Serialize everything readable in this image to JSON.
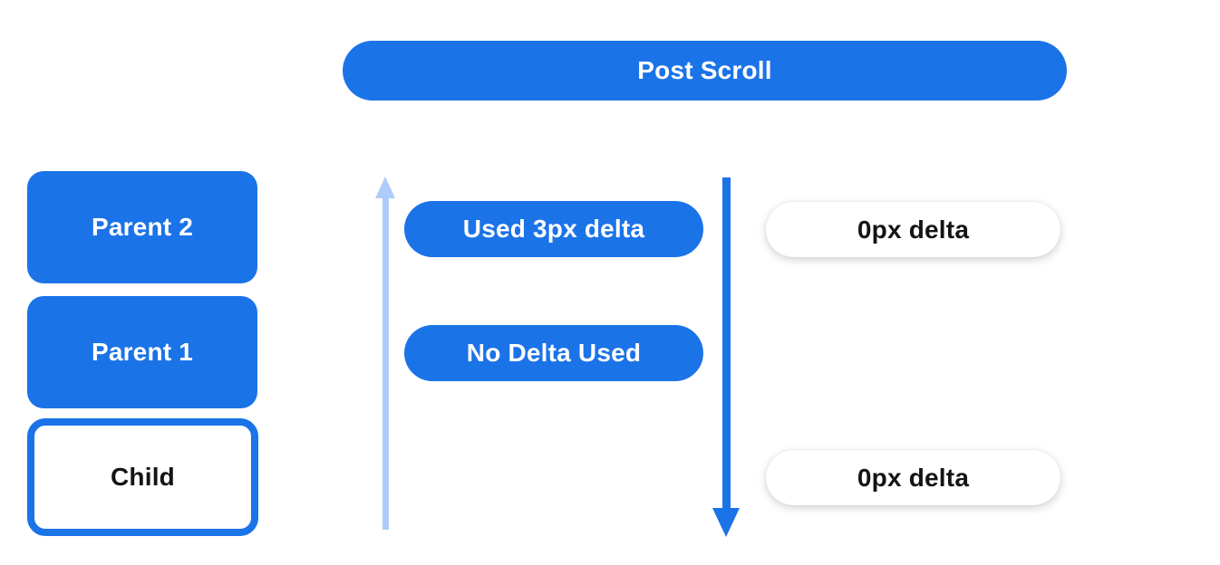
{
  "title": "Post Scroll",
  "colors": {
    "blue": "#1b73e8",
    "light_blue": "#aecbfa",
    "white": "#ffffff",
    "text_dark": "#141414"
  },
  "scroll_chain": {
    "boxes": [
      {
        "label": "Parent 2",
        "style": "filled-blue"
      },
      {
        "label": "Parent 1",
        "style": "filled-blue"
      },
      {
        "label": "Child",
        "style": "outlined-blue"
      }
    ]
  },
  "upward_flow": {
    "arrow": "up-arrow-light-blue",
    "pills": [
      {
        "label": "Used 3px delta"
      },
      {
        "label": "No Delta Used"
      }
    ]
  },
  "downward_flow": {
    "arrow": "down-arrow-blue",
    "pills": [
      {
        "label": "0px delta"
      },
      {
        "label": "0px delta"
      }
    ]
  }
}
